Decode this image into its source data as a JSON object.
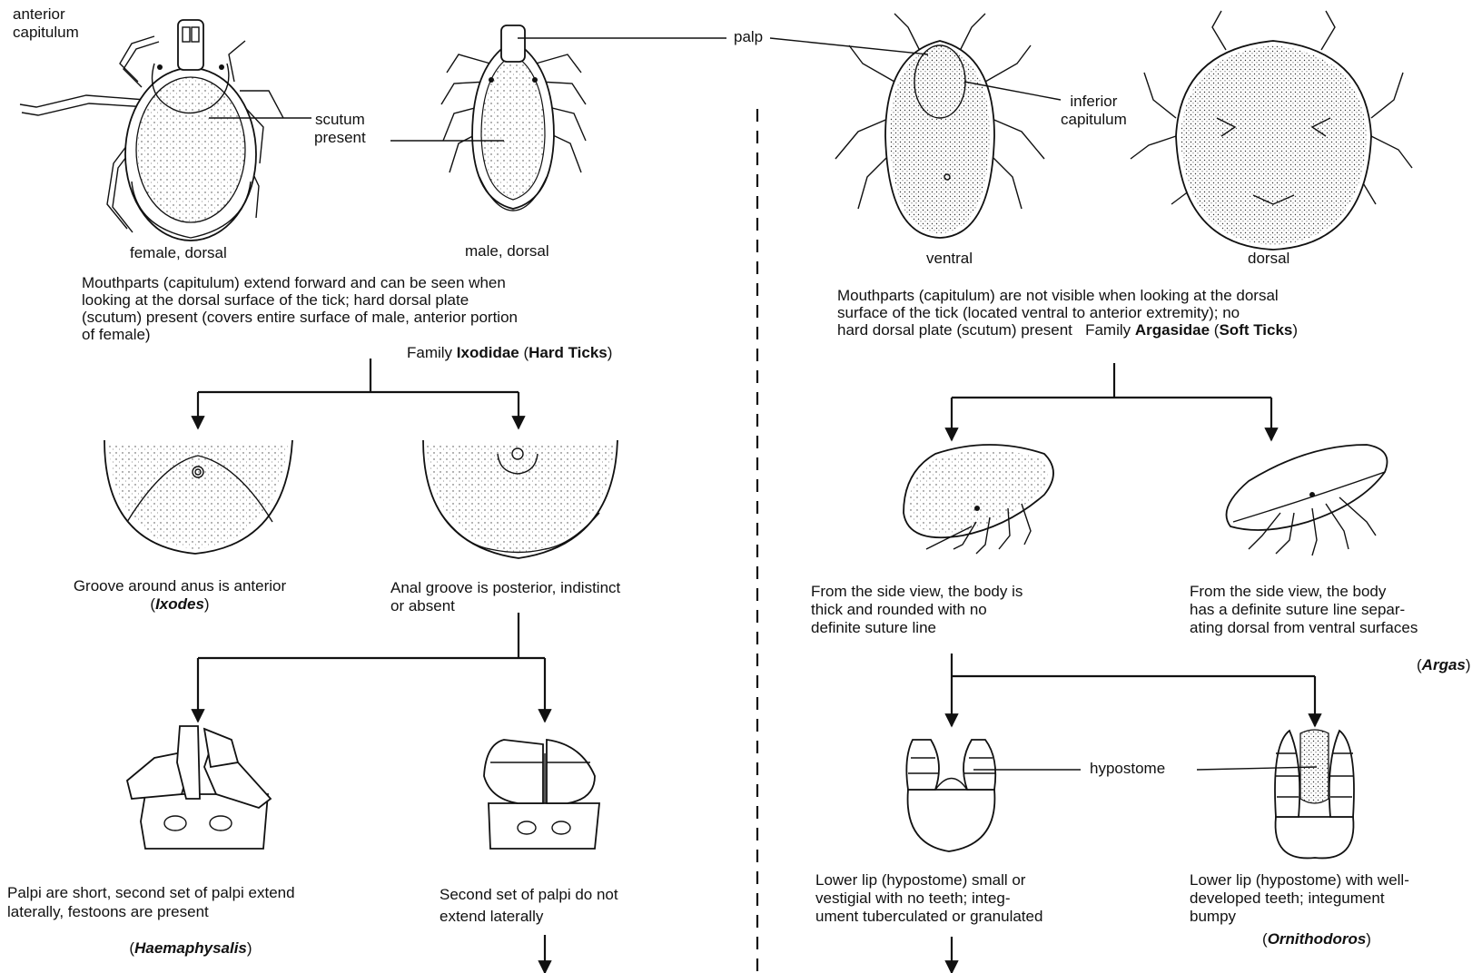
{
  "labels": {
    "anterior_capitulum_1": "anterior",
    "anterior_capitulum_2": "capitulum",
    "scutum_1": "scutum",
    "scutum_2": "present",
    "palp": "palp",
    "inferior_capitulum_1": "inferior",
    "inferior_capitulum_2": "capitulum",
    "female_dorsal": "female, dorsal",
    "male_dorsal": "male, dorsal",
    "ventral": "ventral",
    "dorsal": "dorsal",
    "hypostome": "hypostome"
  },
  "hard_ticks": {
    "desc_lines": [
      "Mouthparts (capitulum) extend forward and can be seen when",
      "looking at the dorsal surface of the tick; hard dorsal plate",
      "(scutum) present (covers entire surface of male, anterior portion",
      "of female)"
    ],
    "family_prefix": "Family ",
    "family_name": "Ixodidae",
    "family_common": "Hard Ticks",
    "groove_anterior_1": "Groove around anus is anterior",
    "ixodes": "Ixodes",
    "groove_posterior_1": "Anal groove is posterior, indistinct",
    "groove_posterior_2": "or absent",
    "palpi_short_1": "Palpi are short, second set of palpi extend",
    "palpi_short_2": "laterally, festoons are present",
    "haemaphysalis": "Haemaphysalis",
    "palpi_not_1": "Second set of palpi do not",
    "palpi_not_2": "extend laterally"
  },
  "soft_ticks": {
    "desc_lines": [
      "Mouthparts (capitulum) are not visible when looking at the dorsal",
      "surface of the tick (located ventral to anterior extremity); no",
      "hard dorsal plate (scutum) present"
    ],
    "family_prefix": "Family ",
    "family_name": "Argasidae",
    "family_common": "Soft Ticks",
    "thick_1": "From the side view, the body is",
    "thick_2": "thick and rounded with no",
    "thick_3": "definite suture line",
    "suture_1": "From the side view, the body",
    "suture_2": "has a definite suture line separ-",
    "suture_3": "ating dorsal from ventral surfaces",
    "argas": "Argas",
    "lip_small_1": "Lower lip (hypostome) small or",
    "lip_small_2": "vestigial with no teeth; integ-",
    "lip_small_3": "ument tuberculated or granulated",
    "lip_teeth_1": "Lower lip (hypostome) with well-",
    "lip_teeth_2": "developed teeth; integument",
    "lip_teeth_3": "bumpy",
    "ornithodoros": "Ornithodoros"
  }
}
